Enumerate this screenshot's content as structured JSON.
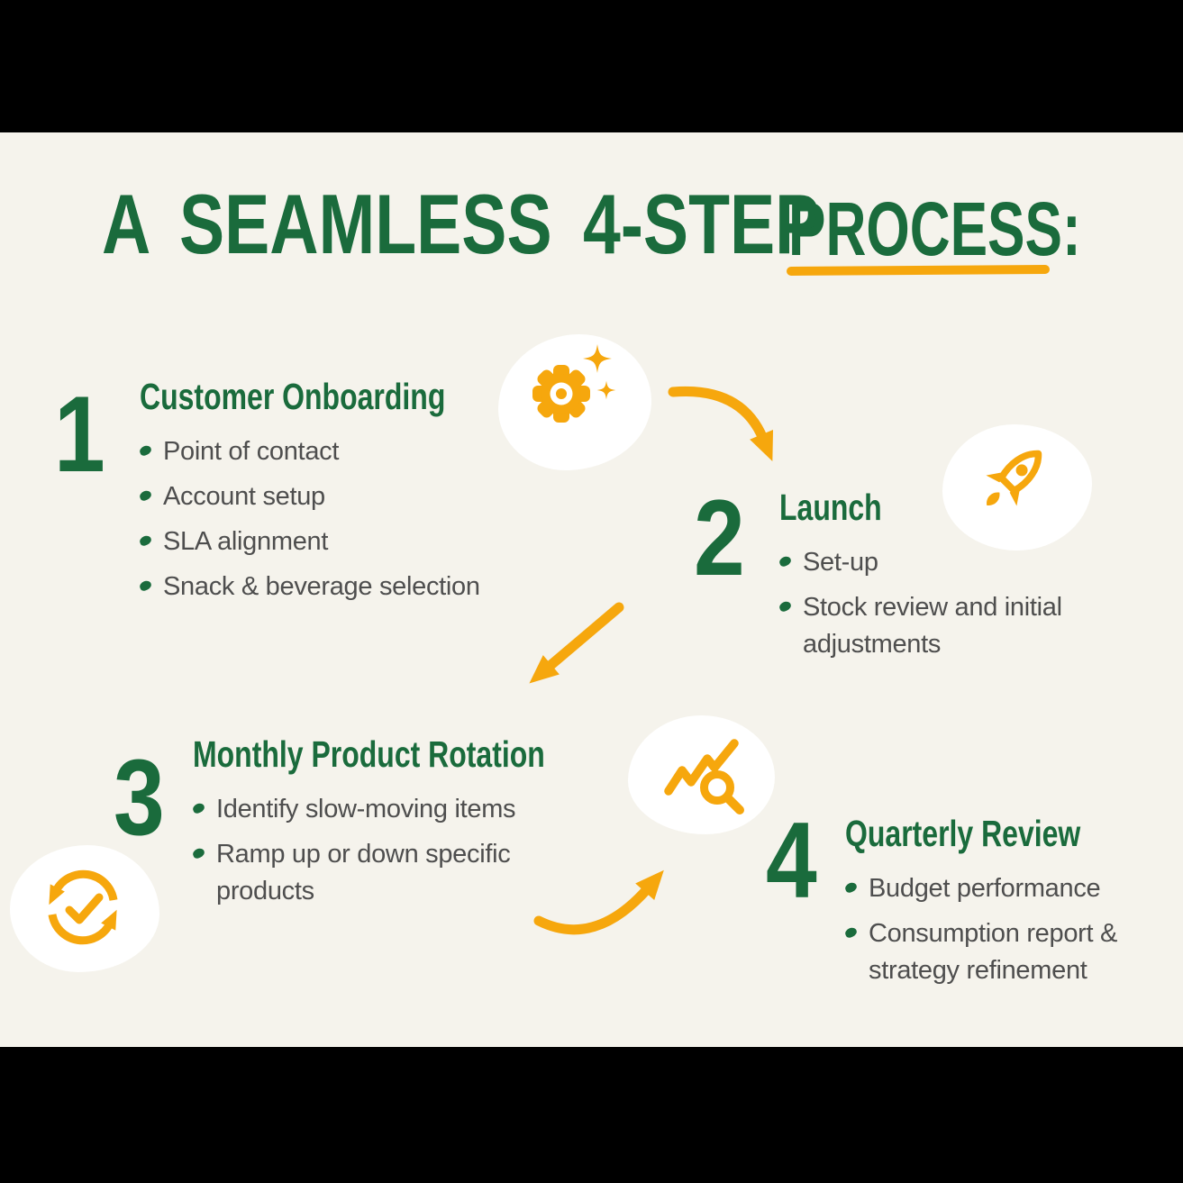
{
  "theme": {
    "bg": "#f5f3ec",
    "frame": "#000000",
    "green": "#1a6b3c",
    "yellow": "#f6a70d",
    "gray": "#4e4e4e",
    "blob": "#ffffff"
  },
  "title": {
    "main": "A SEAMLESS 4-STEP",
    "emphasis": "PROCESS:"
  },
  "steps": [
    {
      "number": "1",
      "heading": "Customer Onboarding",
      "bullets": [
        "Point of contact",
        "Account setup",
        "SLA alignment",
        "Snack & beverage selection"
      ]
    },
    {
      "number": "2",
      "heading": "Launch",
      "bullets": [
        "Set-up",
        "Stock review and initial adjustments"
      ]
    },
    {
      "number": "3",
      "heading": "Monthly Product Rotation",
      "bullets": [
        "Identify slow-moving items",
        "Ramp up or down specific products"
      ]
    },
    {
      "number": "4",
      "heading": "Quarterly Review",
      "bullets": [
        "Budget performance",
        "Consumption report & strategy refinement"
      ]
    }
  ],
  "icons": {
    "step1": "gear-sparkles-icon",
    "step2": "rocket-icon",
    "step3": "trend-chart-magnifier-icon",
    "step4": "sync-check-icon"
  },
  "arrows": [
    "arrow-step1-to-step2",
    "arrow-step2-to-step3",
    "arrow-step3-to-step4"
  ]
}
